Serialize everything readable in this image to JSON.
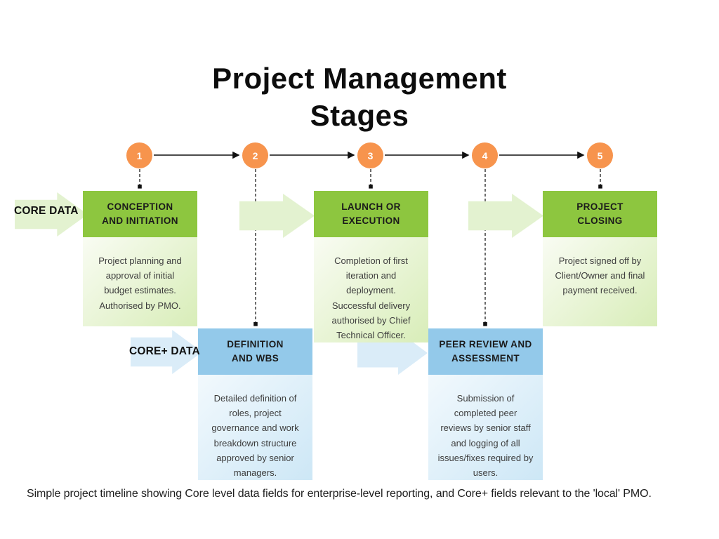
{
  "title": "Project Management\nStages",
  "caption": "Simple project timeline showing Core level data fields for enterprise-level reporting, and Core+ fields relevant to the 'local' PMO.",
  "labels": {
    "core": "CORE DATA",
    "core_plus": "CORE+ DATA"
  },
  "colors": {
    "stage_green": "#8dc63f",
    "stage_blue": "#93c9ea",
    "circle_orange": "#f7944d",
    "arrow_light_green": "#e3f2d0",
    "arrow_light_blue": "#daecf8",
    "green_body_gradient_start": "#f9fcf3",
    "green_body_gradient_end": "#d8edb8",
    "blue_body_gradient_start": "#f2f9fd",
    "blue_body_gradient_end": "#cde7f6"
  },
  "stages": [
    {
      "number": "1",
      "level": "core",
      "heading": "CONCEPTION\nAND INITIATION",
      "body": "Project planning and approval of initial budget estimates. Authorised by PMO."
    },
    {
      "number": "2",
      "level": "core_plus",
      "heading": "DEFINITION\nAND WBS",
      "body": "Detailed definition of roles, project governance and work breakdown structure approved by senior managers."
    },
    {
      "number": "3",
      "level": "core",
      "heading": "LAUNCH OR\nEXECUTION",
      "body": "Completion of first iteration and deployment. Successful delivery authorised by Chief Technical Officer."
    },
    {
      "number": "4",
      "level": "core_plus",
      "heading": "PEER REVIEW AND\nASSESSMENT",
      "body": "Submission of completed peer reviews by senior staff and logging of all issues/fixes required by users."
    },
    {
      "number": "5",
      "level": "core",
      "heading": "PROJECT\nCLOSING",
      "body": "Project signed off by Client/Owner and final payment received."
    }
  ]
}
